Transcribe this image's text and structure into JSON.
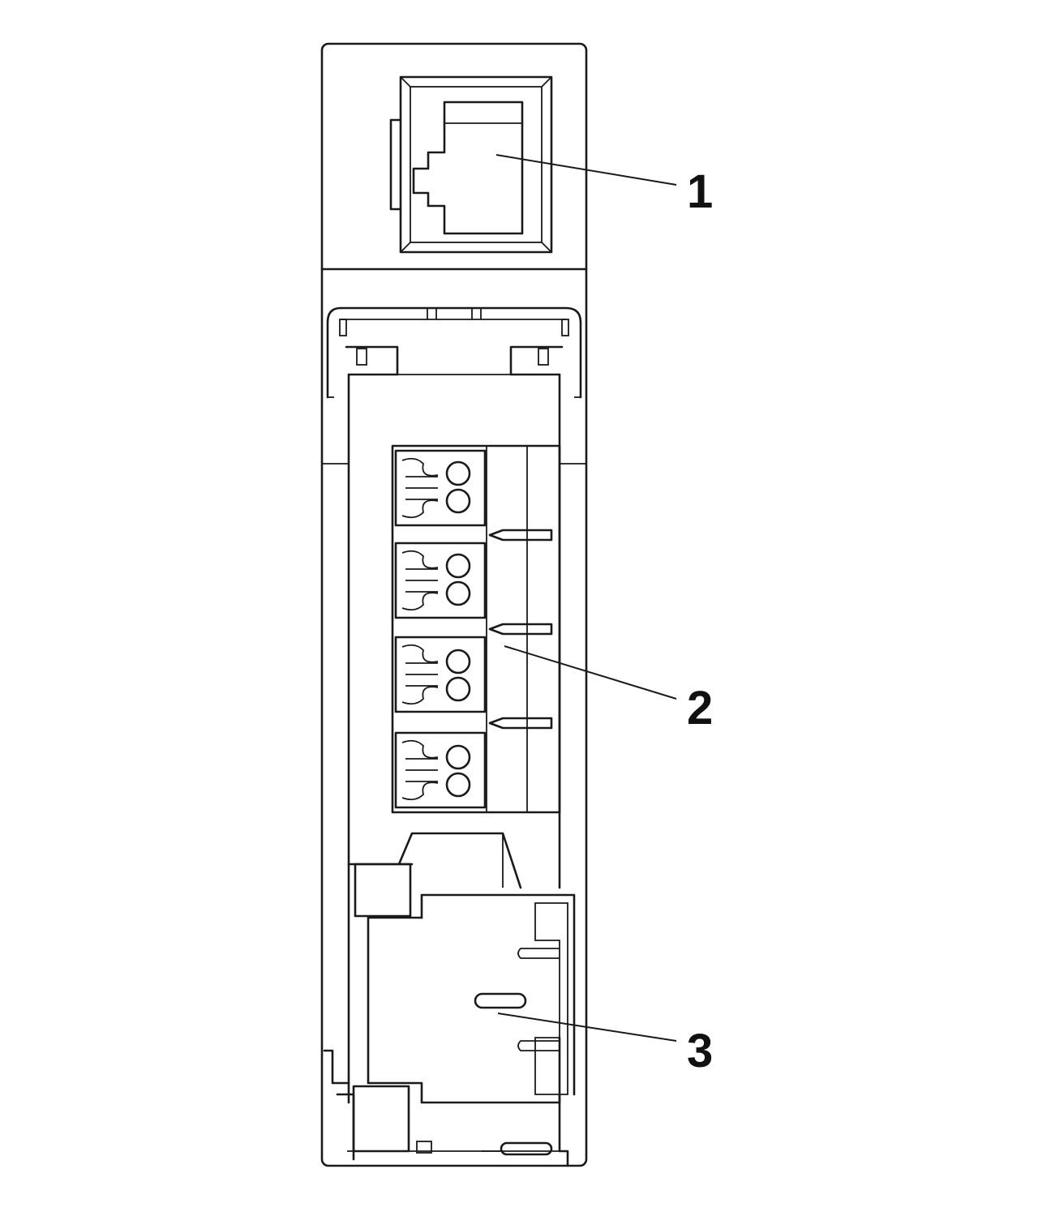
{
  "callouts": [
    {
      "id": "1",
      "label": "1"
    },
    {
      "id": "2",
      "label": "2"
    },
    {
      "id": "3",
      "label": "3"
    }
  ],
  "colors": {
    "line": "#1a1a1a",
    "background": "#ffffff"
  },
  "terminal_block_count": 4
}
